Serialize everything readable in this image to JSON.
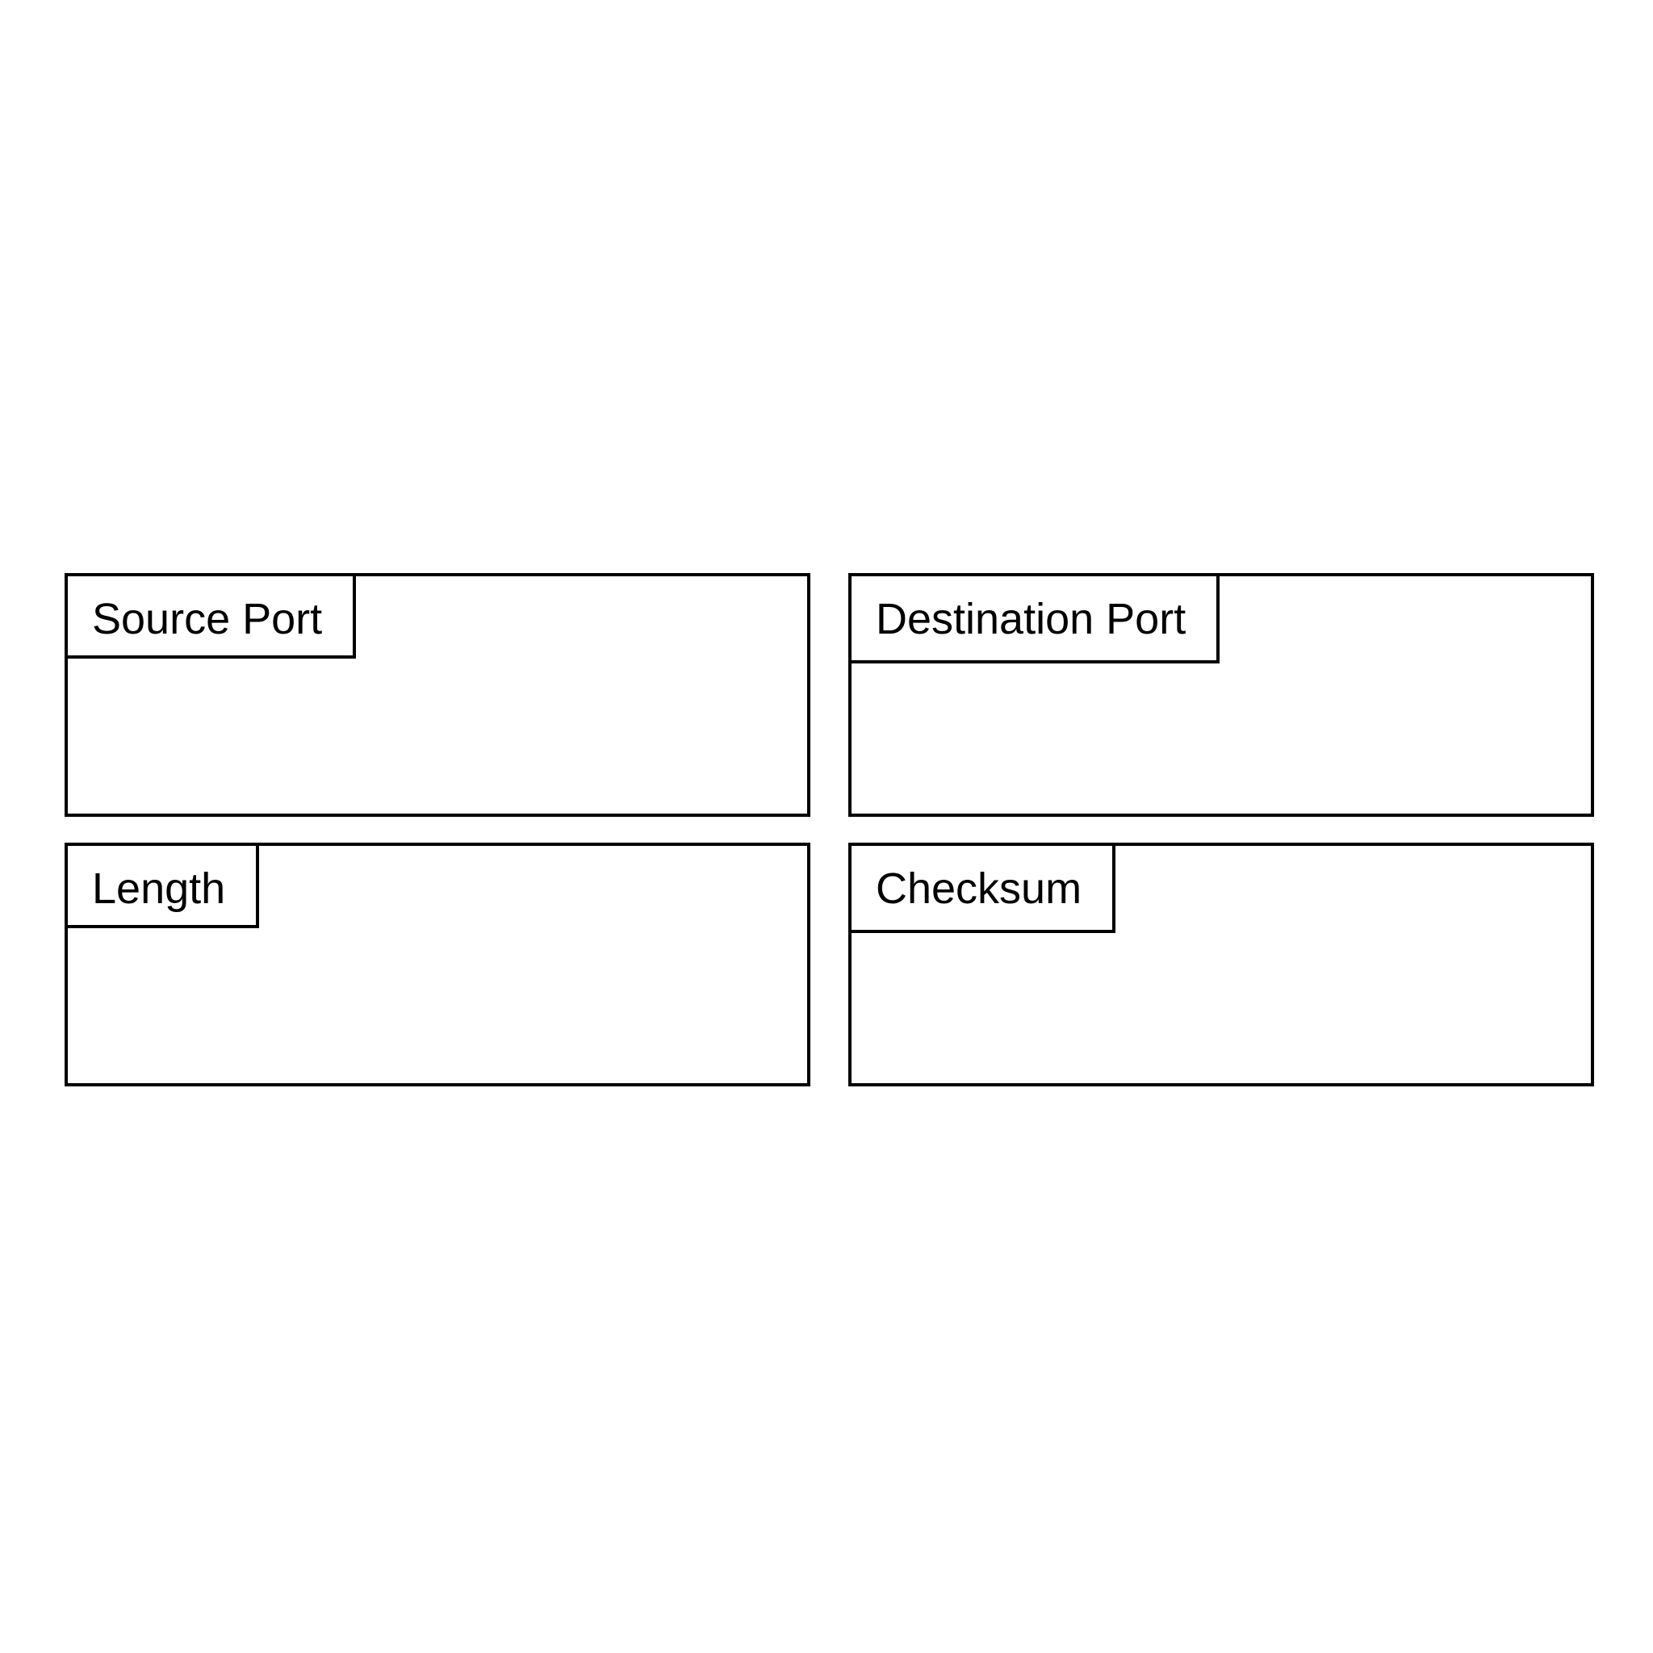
{
  "diagram": {
    "fields": [
      {
        "label": "Source Port"
      },
      {
        "label": "Destination Port"
      },
      {
        "label": "Length"
      },
      {
        "label": "Checksum"
      }
    ]
  }
}
